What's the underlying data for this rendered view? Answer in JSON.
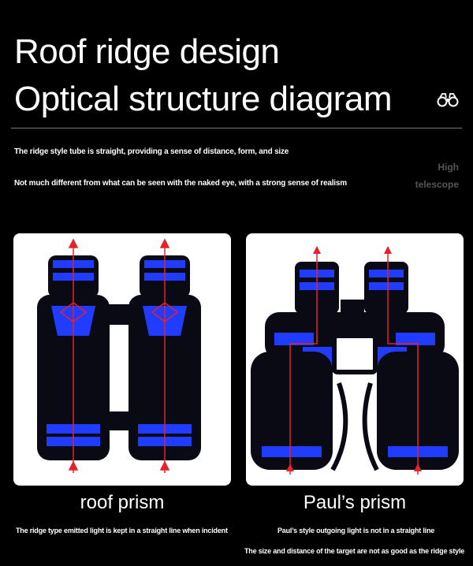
{
  "header": {
    "title_line1": "Roof ridge design",
    "title_line2": "Optical structure diagram"
  },
  "descriptions": {
    "line1": "The ridge style tube is straight, providing a sense of distance, form, and size",
    "line2": "Not much different from what can be seen with the naked eye, with a strong sense of realism"
  },
  "watermark": {
    "line1": "High",
    "line2": "telescope"
  },
  "panels": {
    "roof": {
      "caption": "roof prism",
      "note": "The ridge type emitted light is kept in a straight line when incident"
    },
    "paul": {
      "caption": "Paul’s prism",
      "note": "Paul’s style outgoing light is not in a straight line",
      "note2": "The size and distance of the target are not as good as the ridge style"
    }
  },
  "colors": {
    "background": "#000000",
    "panel": "#ffffff",
    "lens_blue": "#1f3cff",
    "light_ray": "#e8202a"
  },
  "icons": {
    "title_icon": "binoculars-icon"
  }
}
